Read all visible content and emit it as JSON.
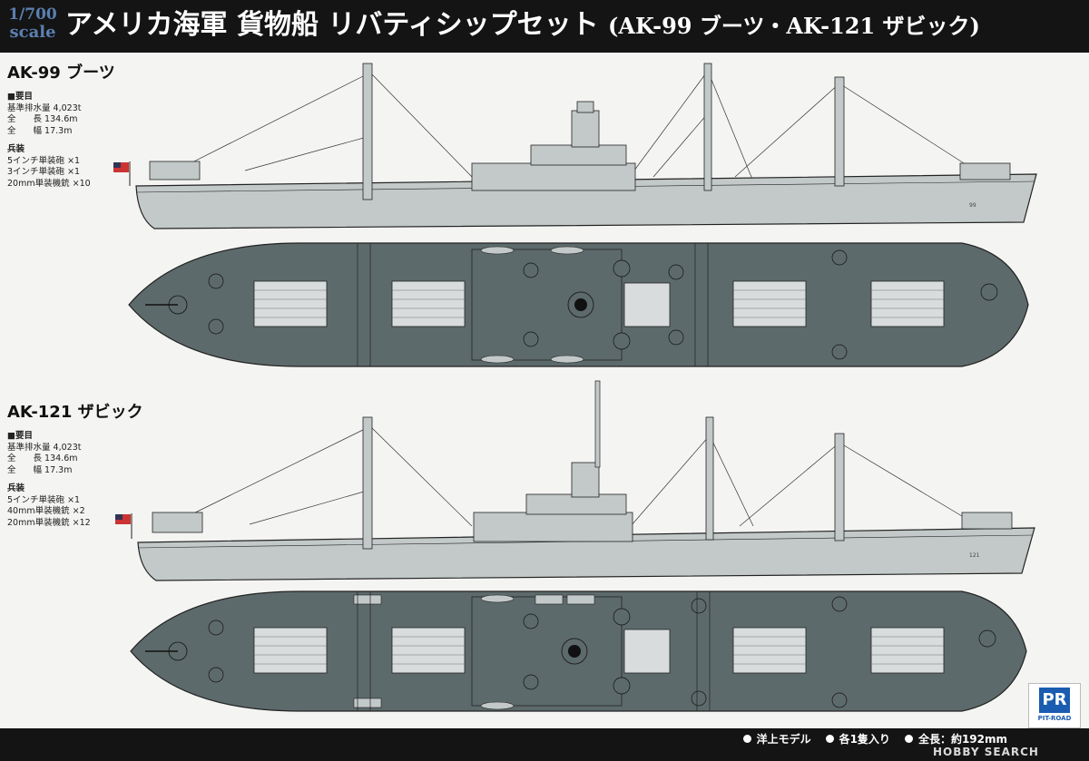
{
  "header": {
    "scale_top": "1/700",
    "scale_bottom": "scale",
    "title": "アメリカ海軍 貨物船 リバティシップセット",
    "title_sub": "(AK-99 ブーツ・AK-121 ザビック)"
  },
  "ships": [
    {
      "name": "AK-99 ブーツ",
      "specs_heading": "■要目",
      "specs": [
        {
          "label": "基準排水量",
          "value": "4,023t"
        },
        {
          "label": "全　　長",
          "value": "134.6m"
        },
        {
          "label": "全　　幅",
          "value": "17.3m"
        }
      ],
      "arms_heading": "兵装",
      "arms": [
        "5インチ単装砲 ×1",
        "3インチ単装砲 ×1",
        "20mm単装機銃 ×10"
      ],
      "hull_number": "99"
    },
    {
      "name": "AK-121 ザビック",
      "specs_heading": "■要目",
      "specs": [
        {
          "label": "基準排水量",
          "value": "4,023t"
        },
        {
          "label": "全　　長",
          "value": "134.6m"
        },
        {
          "label": "全　　幅",
          "value": "17.3m"
        }
      ],
      "arms_heading": "兵装",
      "arms": [
        "5インチ単装砲 ×1",
        "40mm単装機銃 ×2",
        "20mm単装機銃 ×12"
      ],
      "hull_number": "121"
    }
  ],
  "footer": {
    "items": [
      "洋上モデル",
      "各1隻入り",
      "全長：約192mm"
    ]
  },
  "logo": {
    "mark": "PR",
    "text": "PIT-ROAD"
  },
  "watermark": "HOBBY SEARCH",
  "colors": {
    "hull_side": "#c2c9c8",
    "deck": "#5d6a6b",
    "outline": "#222222",
    "header_bg": "#141414",
    "scale_text": "#5b7fb0"
  }
}
